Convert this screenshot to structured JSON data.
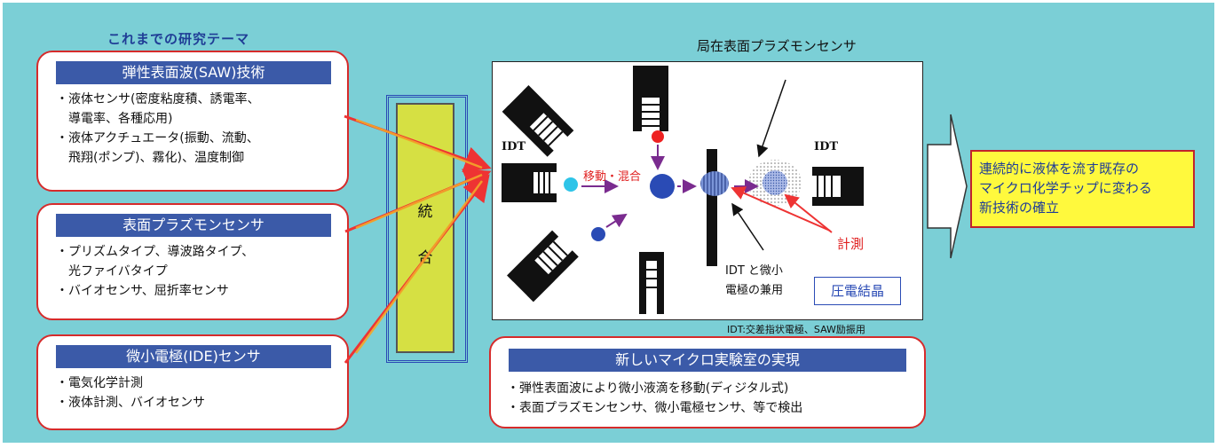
{
  "heading": "これまでの研究テーマ",
  "topics": [
    {
      "title": "弾性表面波(SAW)技術",
      "bullets": [
        "・液体センサ(密度粘度積、誘電率、",
        "　導電率、各種応用)",
        "・液体アクチュエータ(振動、流動、",
        "　飛翔(ポンプ)、霧化)、温度制御"
      ]
    },
    {
      "title": "表面プラズモンセンサ",
      "bullets": [
        "・プリズムタイプ、導波路タイプ、",
        "　光ファイバタイプ",
        "・バイオセンサ、屈折率センサ"
      ]
    },
    {
      "title": "微小電極(IDE)センサ",
      "bullets": [
        "・電気化学計測",
        "・液体計測、バイオセンサ"
      ]
    }
  ],
  "integration": {
    "chars": [
      "統",
      "合"
    ],
    "fill": "#d6e043"
  },
  "diagram": {
    "local_spr_label": "局在表面プラズモンセンサ",
    "idt_left": "IDT",
    "idt_right": "IDT",
    "move_mix": "移動・混合",
    "measure": "計測",
    "idt_dual_line1": "IDT と微小",
    "idt_dual_line2": "電極の兼用",
    "crystal": "圧電結晶",
    "footnote": "IDT:交差指状電極、SAW励振用"
  },
  "lab": {
    "title": "新しいマイクロ実験室の実現",
    "bullets": [
      "・弾性表面波により微小液滴を移動(ディジタル式)",
      "・表面プラズモンセンサ、微小電極センサ、等で検出"
    ]
  },
  "result": {
    "lines": [
      "連続的に液体を流す既存の",
      "マイクロ化学チップに変わる",
      "新技術の確立"
    ]
  },
  "colors": {
    "background": "#7bcfd6",
    "title_bar": "#3b5aa8",
    "border_red": "#d62b2b",
    "result_fill": "#fff93d",
    "heading_text": "#1f3d96"
  }
}
